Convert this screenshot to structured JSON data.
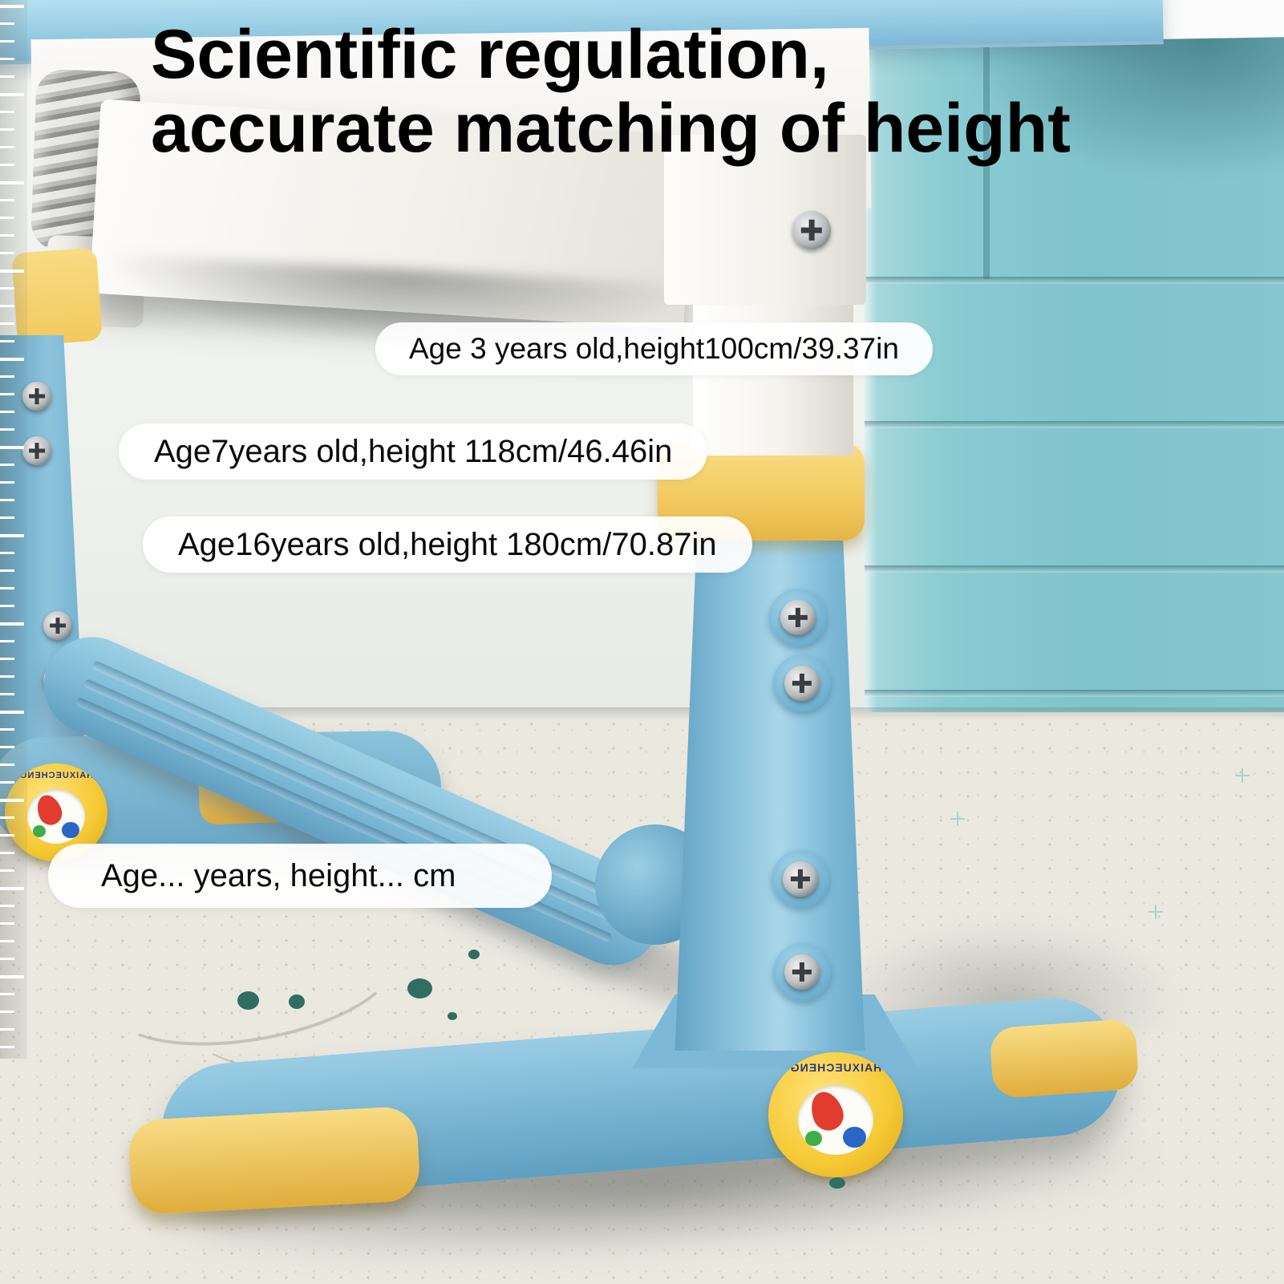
{
  "title": {
    "line1": "Scientific regulation,",
    "line2": "accurate matching of height"
  },
  "callouts": [
    {
      "id": "age-3",
      "text": "Age 3 years old,height100cm/39.37in"
    },
    {
      "id": "age-7",
      "text": "Age7years old,height 118cm/46.46in"
    },
    {
      "id": "age-16",
      "text": "Age16years old,height 180cm/70.87in"
    },
    {
      "id": "age-custom",
      "text": "Age... years, height... cm"
    }
  ],
  "brand_badge": {
    "text": "HAIXUECHENG"
  },
  "colors": {
    "leg_blue": "#7db9d6",
    "leg_blue_dark": "#5f9fc1",
    "leg_blue_light": "#a9d6ea",
    "accent_yellow": "#f2c95e",
    "accent_yellow_light": "#f8dc84",
    "accent_yellow_dark": "#e0ad3c",
    "cabinet_teal": "#7fc3cb",
    "tabletop_blue": "#9ed2e8",
    "carpet": "#ebe8e0",
    "title_color": "#000000"
  }
}
